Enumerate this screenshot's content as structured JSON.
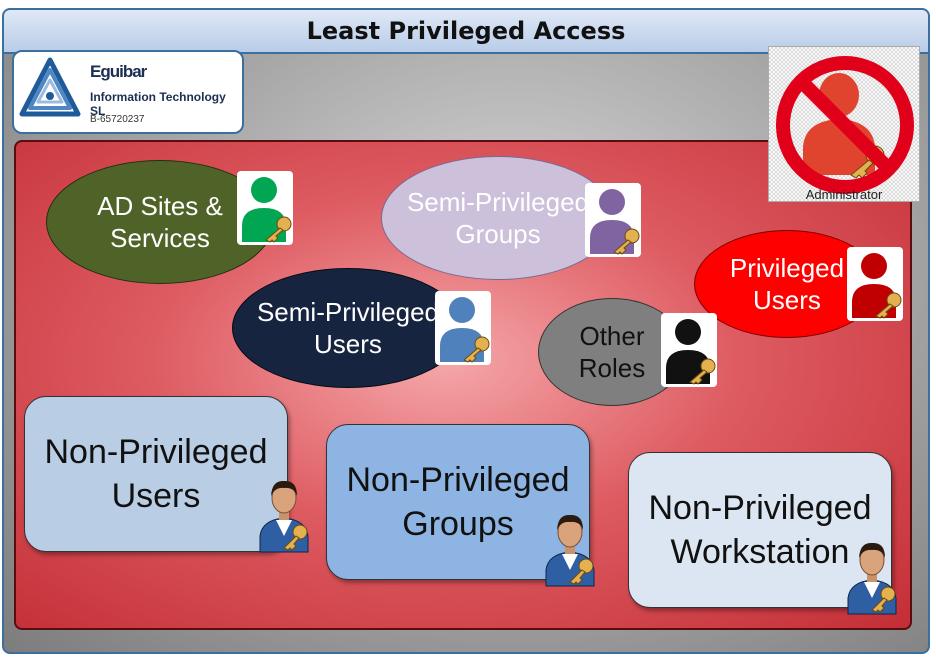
{
  "title": "Least Privileged Access",
  "logo": {
    "name": "Eguibar",
    "subtitle": "Information Technology SL",
    "id": "B-65720237"
  },
  "admin": {
    "label": "Administrator",
    "figure_color": "#e0442e",
    "prohibit_color": "#e1001a"
  },
  "groups": [
    {
      "line1": "AD Sites &",
      "line2": "Services",
      "fill": "#4f6228",
      "text_color": "#ffffff",
      "figure_color": "#00a651"
    },
    {
      "line1": "Semi-Privileged",
      "line2": "Groups",
      "fill": "#ccc0da",
      "text_color": "#ffffff",
      "figure_color": "#8064a2"
    },
    {
      "line1": "Privileged",
      "line2": "Users",
      "fill": "#ff0000",
      "text_color": "#ffffff",
      "figure_color": "#c00000"
    },
    {
      "line1": "Semi-Privileged",
      "line2": "Users",
      "fill": "#17243f",
      "text_color": "#ffffff",
      "figure_color": "#4f81bd"
    },
    {
      "line1": "Other",
      "line2": "Roles",
      "fill": "#7f7f7f",
      "text_color": "#111111",
      "figure_color": "#111111"
    },
    {
      "line1": "Non-Privileged",
      "line2": "Users",
      "fill": "#b9cde5"
    },
    {
      "line1": "Non-Privileged",
      "line2": "Groups",
      "fill": "#8eb4e3"
    },
    {
      "line1": "Non-Privileged",
      "line2": "Workstation",
      "fill": "#dce6f2"
    }
  ]
}
